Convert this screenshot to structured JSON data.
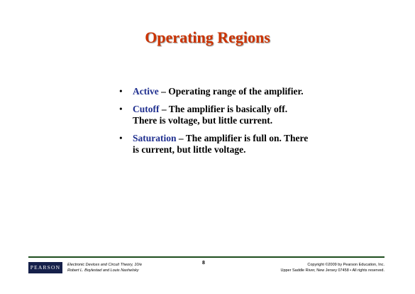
{
  "slide": {
    "title": "Operating Regions",
    "bullets": [
      {
        "marker": "•",
        "term": "Active",
        "text": " – Operating range of the amplifier."
      },
      {
        "marker": "•",
        "term": "Cutoff",
        "text": " – The amplifier is basically off. There is voltage, but little current."
      },
      {
        "marker": "•",
        "term": "Saturation",
        "text": " – The amplifier is full on. There is current, but little voltage."
      }
    ]
  },
  "footer": {
    "logo": "PEARSON",
    "book_line1": "Electronic Devices and Circuit Theory, 10/e",
    "book_line2": "Robert L. Boylestad and Louis Nashelsky",
    "page_number": "8",
    "copyright_line1": "Copyright ©2009 by Pearson Education, Inc.",
    "copyright_line2": "Upper Saddle River, New Jersey 07458 • All rights reserved."
  },
  "colors": {
    "title": "#cc3300",
    "term": "#1f2f8f",
    "footer_rule": "#1e4d1e",
    "logo_bg": "#15204a"
  }
}
